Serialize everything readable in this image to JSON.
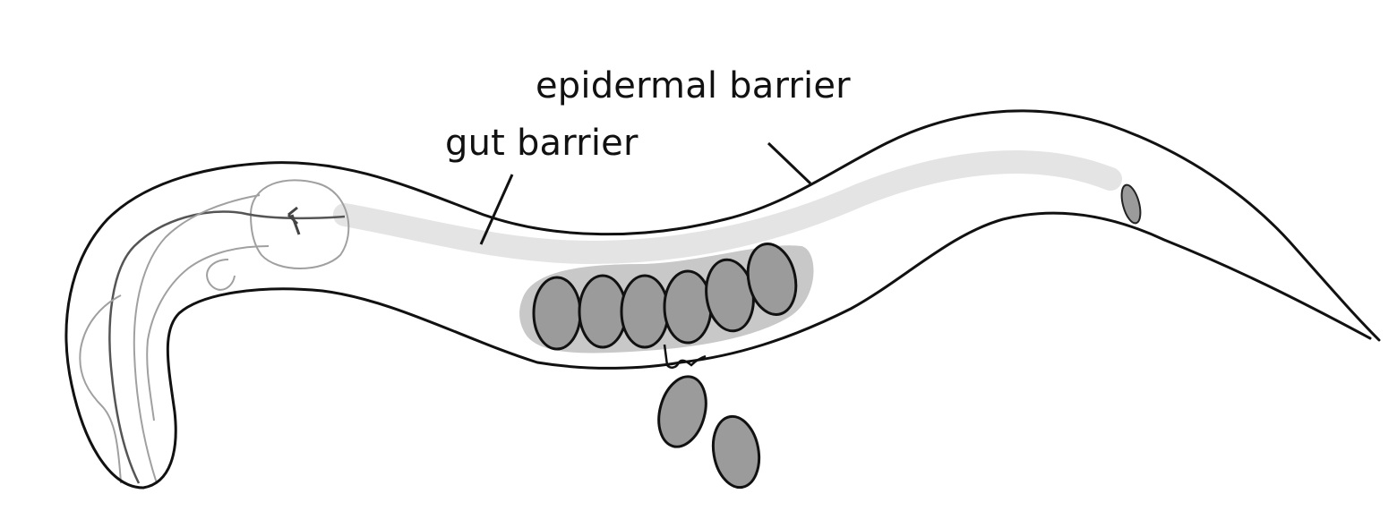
{
  "labels": {
    "epidermal_barrier": "epidermal barrier",
    "gut_barrier": "gut barrier"
  },
  "colors": {
    "outline": "#111111",
    "gut": "#e4e4e4",
    "egg_fill": "#9b9b9b",
    "egg_region": "#c8c8c8",
    "pharynx_lines": "#9a9a9a"
  },
  "structures": {
    "eggs_in_uterus": 6,
    "eggs_laid": 2
  }
}
